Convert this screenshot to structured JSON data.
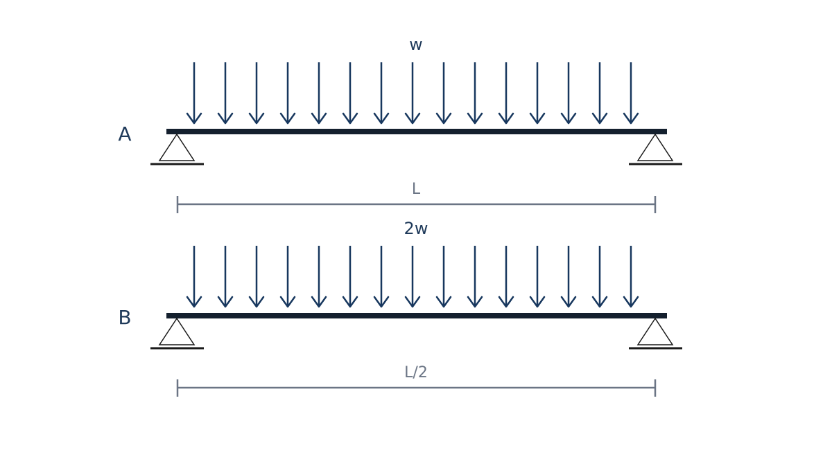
{
  "beams": [
    {
      "id": "A",
      "name_label": "A",
      "load_label": "w",
      "span_label": "L",
      "arrow_count": 15,
      "supports": [
        "pin-support",
        "pin-support"
      ]
    },
    {
      "id": "B",
      "name_label": "B",
      "load_label": "2w",
      "span_label": "L/2",
      "arrow_count": 15,
      "supports": [
        "pin-support",
        "pin-support"
      ]
    }
  ],
  "colors": {
    "arrow": "#17375e",
    "beam": "#14202e",
    "dimension": "#6b7585",
    "label": "#1f3a5a"
  }
}
